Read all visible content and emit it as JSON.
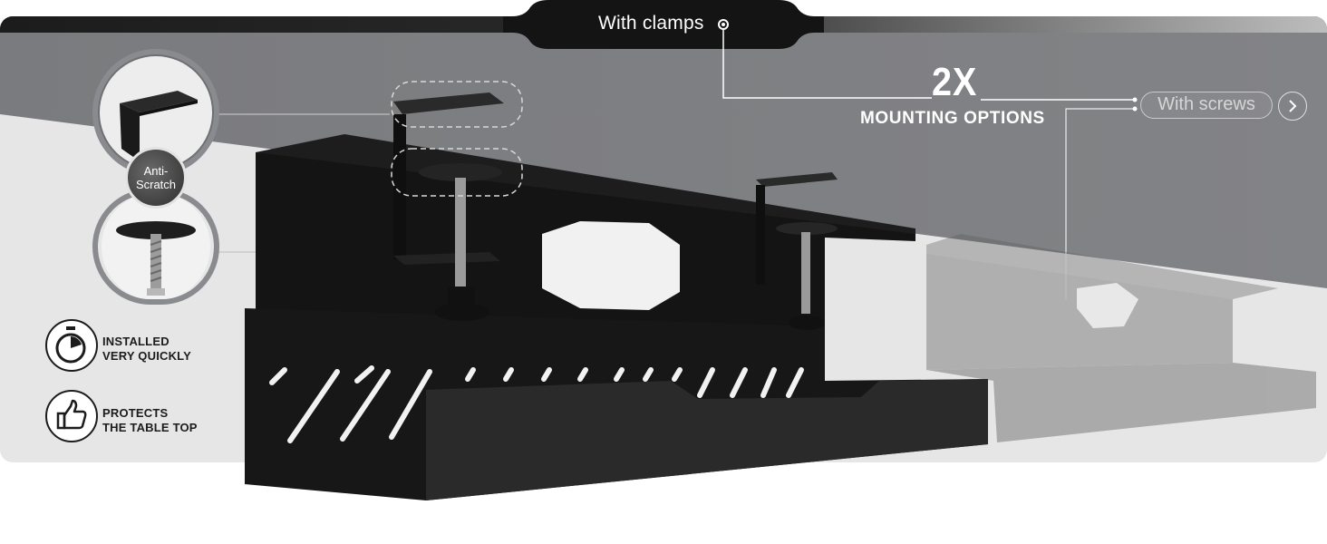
{
  "header": {
    "tab_label": "With clamps"
  },
  "headline": {
    "count": "2X",
    "subtitle": "MOUNTING OPTIONS"
  },
  "alt_option": {
    "label": "With screws",
    "arrow_icon": "chevron-right-icon"
  },
  "badge": {
    "label": "Anti-\nScratch"
  },
  "features": [
    {
      "icon": "stopwatch-icon",
      "line1": "INSTALLED",
      "line2": "VERY QUICKLY"
    },
    {
      "icon": "thumbs-up-icon",
      "line1": "PROTECTS",
      "line2": "THE TABLE TOP"
    }
  ],
  "colors": {
    "product": "#1a1a1a",
    "background_dark": "#7b7c7f",
    "background_light": "#e9e9e9",
    "accent_line": "#ffffff"
  }
}
